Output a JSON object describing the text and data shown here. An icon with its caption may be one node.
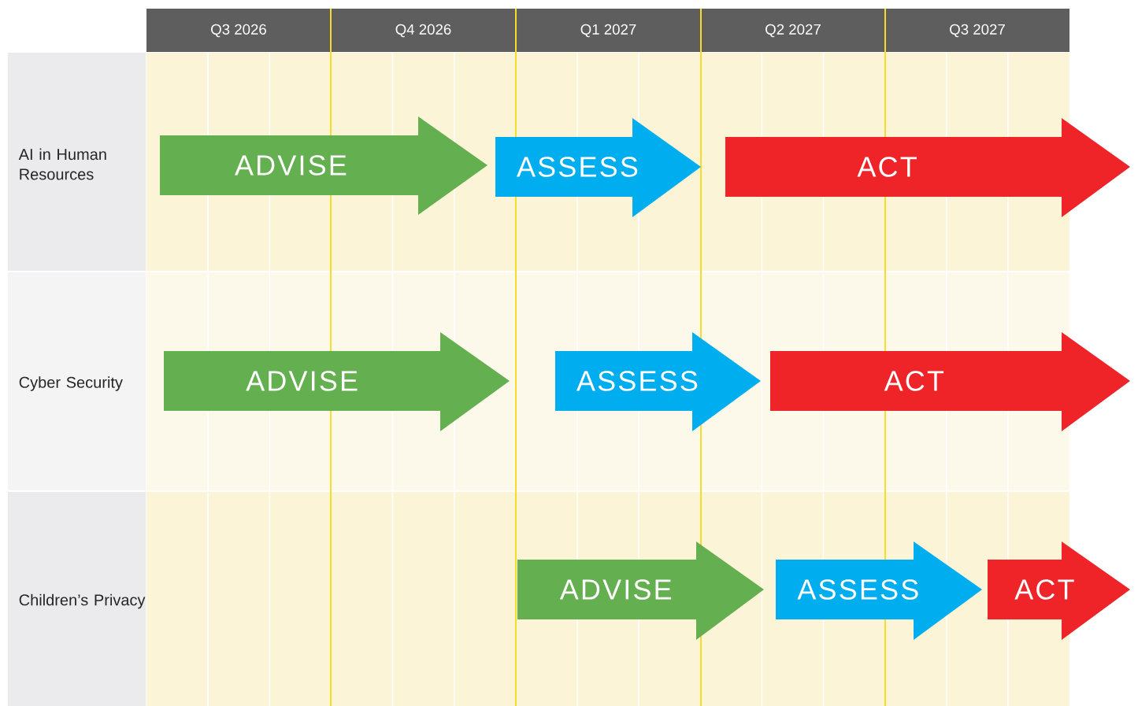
{
  "diagram": {
    "nodes": [
      {
        "text": [
          "Q3 2026"
        ]
      },
      {
        "text": [
          "Q4 2026"
        ]
      },
      {
        "text": [
          "Q1 2027"
        ]
      },
      {
        "text": [
          "Q2 2027"
        ]
      },
      {
        "text": [
          "Q3 2027"
        ]
      },
      {
        "text": [
          "AI in Human Resources"
        ]
      },
      {
        "text": [
          "Cyber Security"
        ]
      },
      {
        "text": [
          "Children’s Privacy"
        ]
      },
      {
        "text": [
          "ADVISE"
        ]
      },
      {
        "text": [
          "ASSESS"
        ]
      },
      {
        "text": [
          "ACT"
        ]
      },
      {
        "text": [
          "ADVISE"
        ]
      },
      {
        "text": [
          "ASSESS"
        ]
      },
      {
        "text": [
          "ACT"
        ]
      },
      {
        "text": [
          "ADVISE"
        ]
      },
      {
        "text": [
          "ASSESS"
        ]
      },
      {
        "text": [
          "ACT"
        ]
      }
    ]
  }
}
